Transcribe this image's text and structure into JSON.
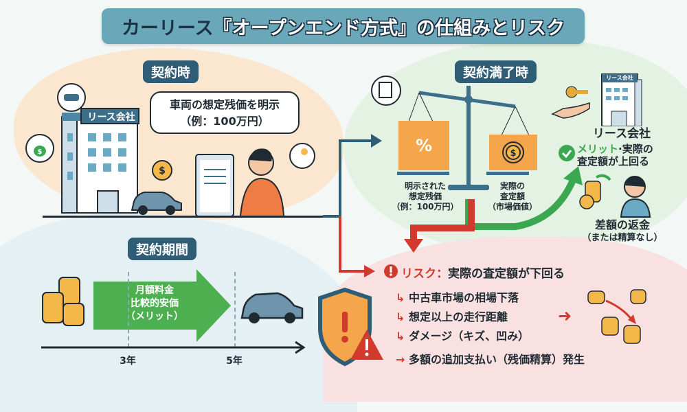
{
  "title": {
    "part1": "カーリース",
    "part2": "『オープンエンド方式』の仕組みとリスク"
  },
  "contract": {
    "tag": "契約時",
    "company_sign": "リース会社",
    "bubble_line1": "車両の想定残価を明示",
    "bubble_line2": "（例：100万円）"
  },
  "period": {
    "tag": "契約期間",
    "arrow_line1": "月額料金",
    "arrow_line2": "比較的安価",
    "arrow_line3": "（メリット）",
    "tick1": "3年",
    "tick2": "5年"
  },
  "end": {
    "tag": "契約満了時",
    "left_line1": "明示された",
    "left_line2": "想定残価",
    "left_line3": "（例：100万円）",
    "right_line1": "実際の",
    "right_line2": "査定額",
    "right_line3": "（市場価値）",
    "percent_symbol": "%",
    "company_sign": "リース会社",
    "company_label": "リース会社",
    "merit_label": "メリット",
    "merit_text1": "実際の",
    "merit_text2": "査定額が上回る",
    "refund_line1": "差額の返金",
    "refund_line2": "（または精算なし）"
  },
  "risk": {
    "label": "リスク：",
    "headline": "実際の査定額が下回る",
    "items": [
      "中古車市場の相場下落",
      "想定以上の走行距離",
      "ダメージ（キズ、凹み）"
    ],
    "result": "多額の追加支払い（残価精算）発生"
  },
  "colors": {
    "title_bg": "#6aa7b8",
    "tag_bg": "#2f5d76",
    "green": "#3aa850",
    "red": "#d23a2e",
    "orange": "#f5a54a"
  }
}
